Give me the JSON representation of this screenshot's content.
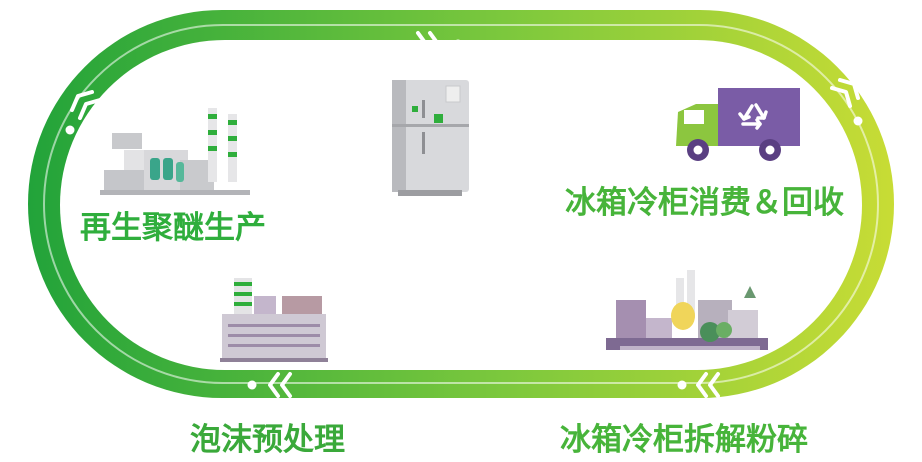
{
  "diagram": {
    "colors": {
      "ring_left": "#22a33a",
      "ring_right": "#c8dc35",
      "label_green": "#2fae3c",
      "truck_green": "#8cc63f",
      "truck_purple": "#7a5ca6",
      "factory_gray": "#b7b8bd",
      "building_purple": "#a58fb0"
    },
    "stages": {
      "regeneration": {
        "label": "再生聚醚生产",
        "icon": "factory-icon"
      },
      "fridge": {
        "icon": "refrigerator-icon"
      },
      "consumption": {
        "label": "冰箱冷柜消费＆回收",
        "icon": "recycling-truck-icon"
      },
      "dismantling": {
        "label": "冰箱冷柜拆解粉碎",
        "icon": "industrial-plant-icon"
      },
      "foam": {
        "label": "泡沫预处理",
        "icon": "processing-building-icon"
      }
    },
    "flow": {
      "direction": "clockwise",
      "arrow_icon": "double-chevron-icon"
    }
  }
}
